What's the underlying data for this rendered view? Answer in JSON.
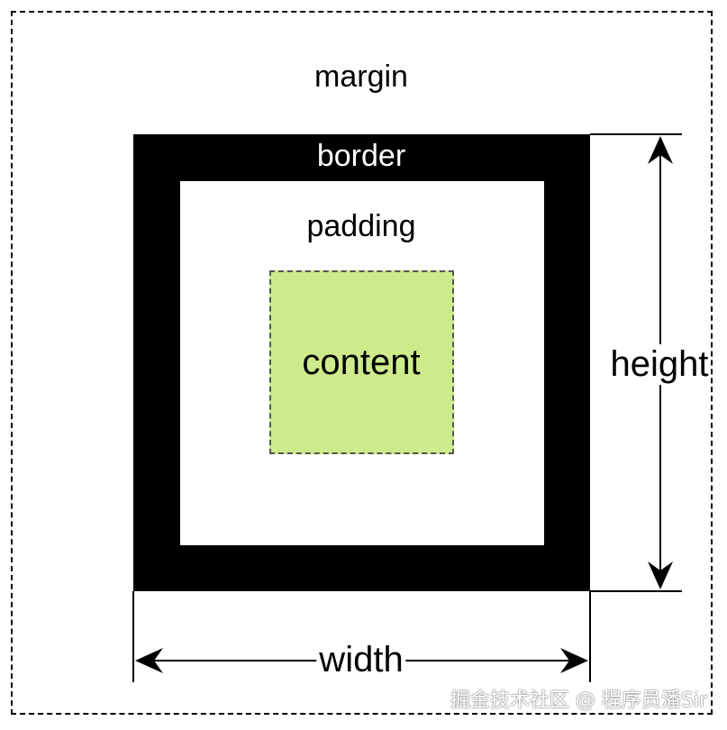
{
  "diagram": {
    "margin_label": "margin",
    "border_label": "border",
    "padding_label": "padding",
    "content_label": "content",
    "height_label": "height",
    "width_label": "width",
    "watermark": "掘金技术社区 @ 程序员潘Sir"
  },
  "colors": {
    "border": "#000000",
    "padding": "#ffffff",
    "content": "#cdeb8b",
    "content_outline": "#555555",
    "margin_outline": "#000000"
  }
}
